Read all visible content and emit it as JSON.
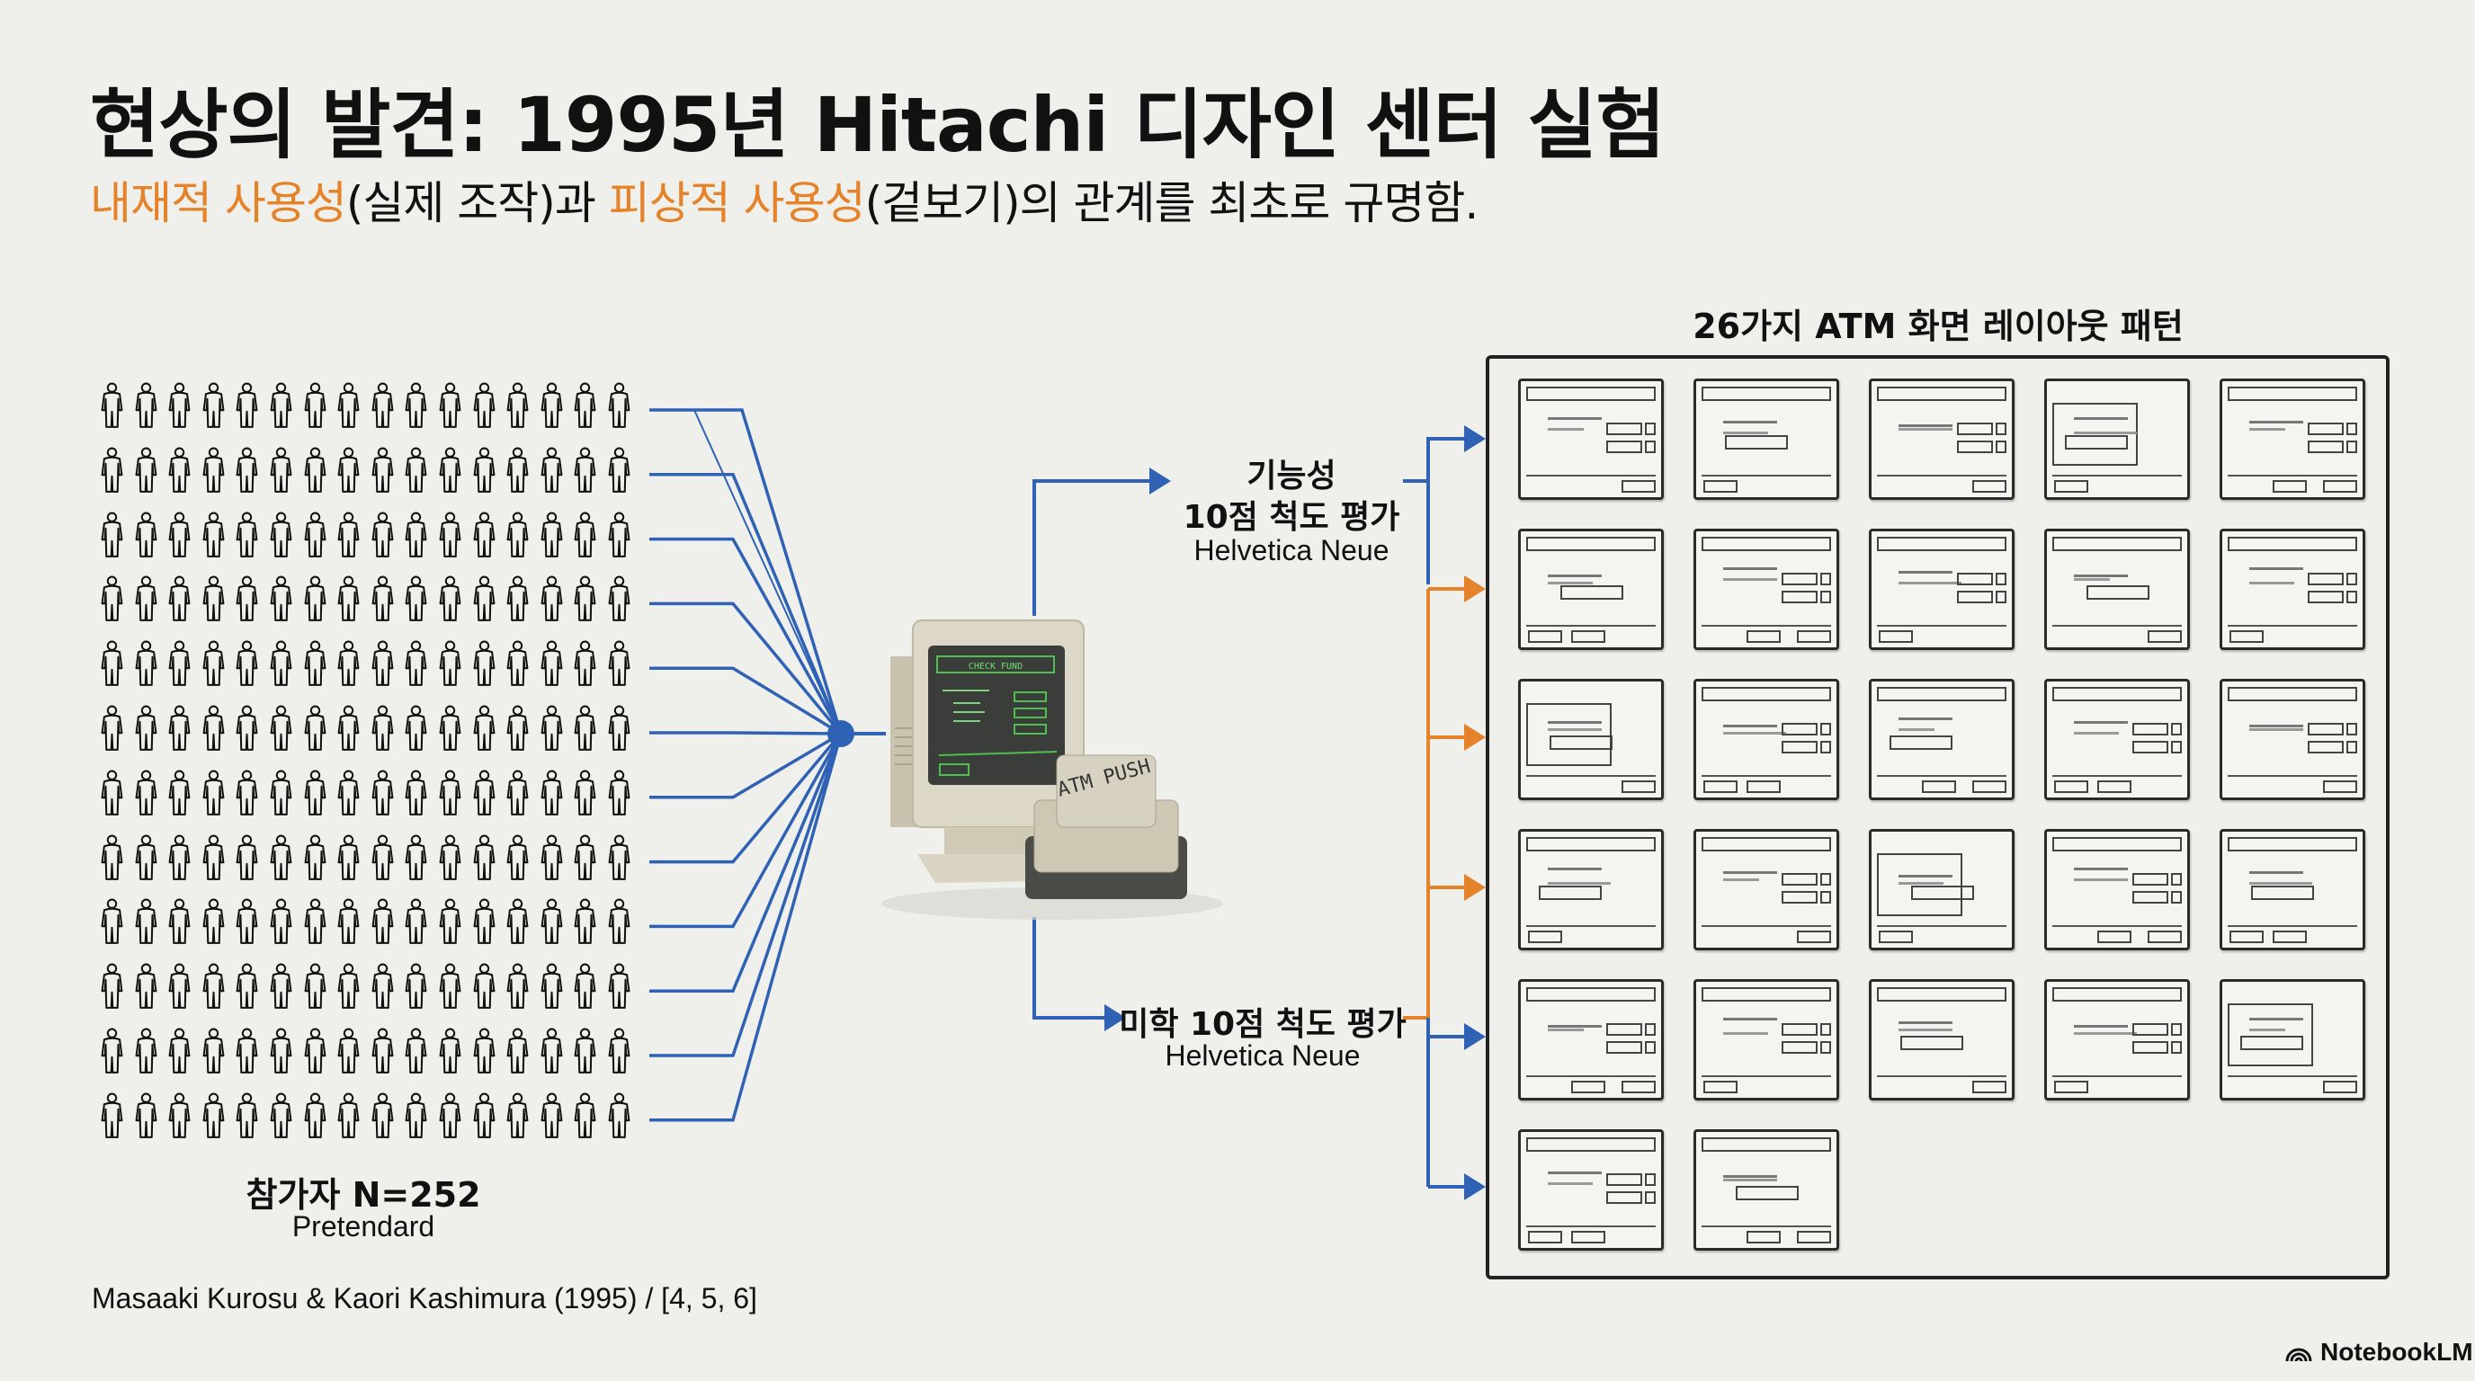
{
  "title": "현상의 발견: 1995년 Hitachi 디자인 센터 실험",
  "subtitle": {
    "part1_highlight": "내재적 사용성",
    "part2": "(실제 조작)과 ",
    "part3_highlight": "피상적 사용성",
    "part4": "(겉보기)의 관계를 최초로 규명함."
  },
  "participants": {
    "label": "참가자 N=252",
    "font_note": "Pretendard",
    "grid_rows": 12,
    "grid_cols": 16
  },
  "computer": {
    "screen_title": "CHECK FUND",
    "keypad_label": "ATM PUSH"
  },
  "functionality": {
    "line1": "기능성",
    "line2": "10점 척도 평가",
    "font_note": "Helvetica Neue"
  },
  "aesthetics": {
    "line1": "미학 10점 척도 평가",
    "font_note": "Helvetica Neue"
  },
  "layouts": {
    "title": "26가지 ATM 화면 레이아웃 패턴",
    "thumbnails_shown": 27
  },
  "citation": "Masaaki Kurosu & Kaori Kashimura (1995) / [4, 5, 6]",
  "brand": "NotebookLM",
  "colors": {
    "blue": "#2f62b4",
    "orange": "#e5832b",
    "background": "#efefeb",
    "text": "#111111"
  }
}
